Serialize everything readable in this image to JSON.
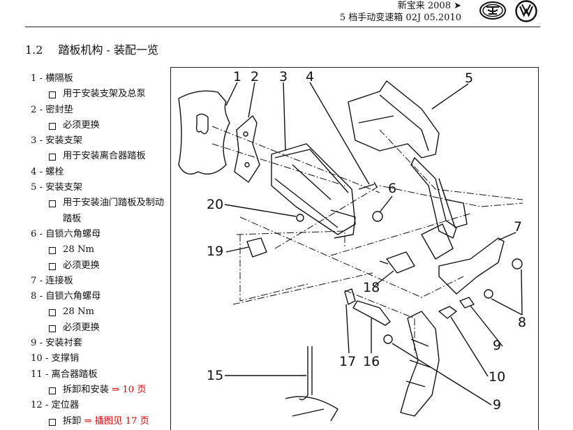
{
  "header": {
    "model_line": "新宝来 2008 ➤",
    "doc_line": "5 档手动变速箱 02J  05.2010"
  },
  "section": {
    "number": "1.2",
    "title": "踏板机构 - 装配一览"
  },
  "parts": [
    {
      "label": "1 - 横隔板",
      "notes": [
        {
          "text": "用于安装支架及总泵"
        }
      ]
    },
    {
      "label": "2 - 密封垫",
      "notes": [
        {
          "text": "必须更换"
        }
      ]
    },
    {
      "label": "3 - 安装支架",
      "notes": [
        {
          "text": "用于安装离合器踏板"
        }
      ]
    },
    {
      "label": "4 - 螺栓",
      "notes": []
    },
    {
      "label": "5 - 安装支架",
      "notes": [
        {
          "text": "用于安装油门踏板及制动踏板"
        }
      ]
    },
    {
      "label": "6 - 自锁六角螺母",
      "notes": [
        {
          "text": "28 Nm"
        },
        {
          "text": "必须更换"
        }
      ]
    },
    {
      "label": "7 - 连接板",
      "notes": []
    },
    {
      "label": "8 - 自锁六角螺母",
      "notes": [
        {
          "text": "28 Nm"
        },
        {
          "text": "必须更换"
        }
      ]
    },
    {
      "label": "9 - 安装衬套",
      "notes": []
    },
    {
      "label": "10 - 支撑销",
      "notes": []
    },
    {
      "label": "11 - 离合器踏板",
      "notes": [
        {
          "text": "拆卸和安装",
          "ref": "⇒ 10 页"
        }
      ]
    },
    {
      "label": "12 - 定位器",
      "notes": [
        {
          "text": "拆卸",
          "ref": "⇒ 插图见 17 页"
        }
      ]
    }
  ],
  "callouts": [
    "1",
    "2",
    "3",
    "4",
    "5",
    "6",
    "20",
    "19",
    "7",
    "18",
    "8",
    "9",
    "17",
    "16",
    "15",
    "10",
    "9"
  ],
  "colors": {
    "reference": "#dd0000",
    "ink": "#111111"
  }
}
